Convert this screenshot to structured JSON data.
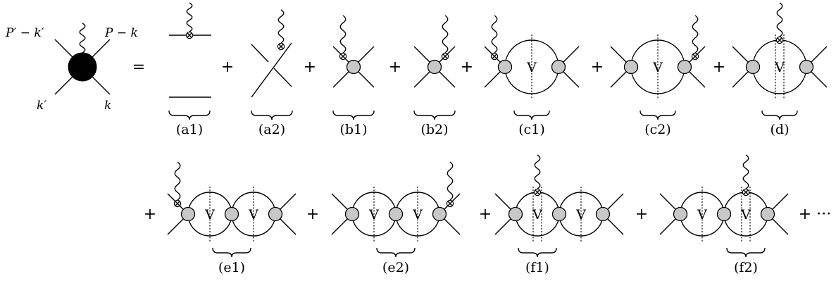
{
  "lhs": {
    "labels": {
      "top_left": "P′ − k′",
      "top_right": "P − k",
      "bottom_left": "k′",
      "bottom_right": "k"
    },
    "equals": "="
  },
  "operators": {
    "plus": "+",
    "ellipsis": "+ ···"
  },
  "loop_label": "V",
  "diagrams": [
    {
      "id": "a1",
      "label": "(a1)"
    },
    {
      "id": "a2",
      "label": "(a2)"
    },
    {
      "id": "b1",
      "label": "(b1)"
    },
    {
      "id": "b2",
      "label": "(b2)"
    },
    {
      "id": "c1",
      "label": "(c1)"
    },
    {
      "id": "c2",
      "label": "(c2)"
    },
    {
      "id": "d",
      "label": "(d)"
    },
    {
      "id": "e1",
      "label": "(e1)"
    },
    {
      "id": "e2",
      "label": "(e2)"
    },
    {
      "id": "f1",
      "label": "(f1)"
    },
    {
      "id": "f2",
      "label": "(f2)"
    }
  ]
}
